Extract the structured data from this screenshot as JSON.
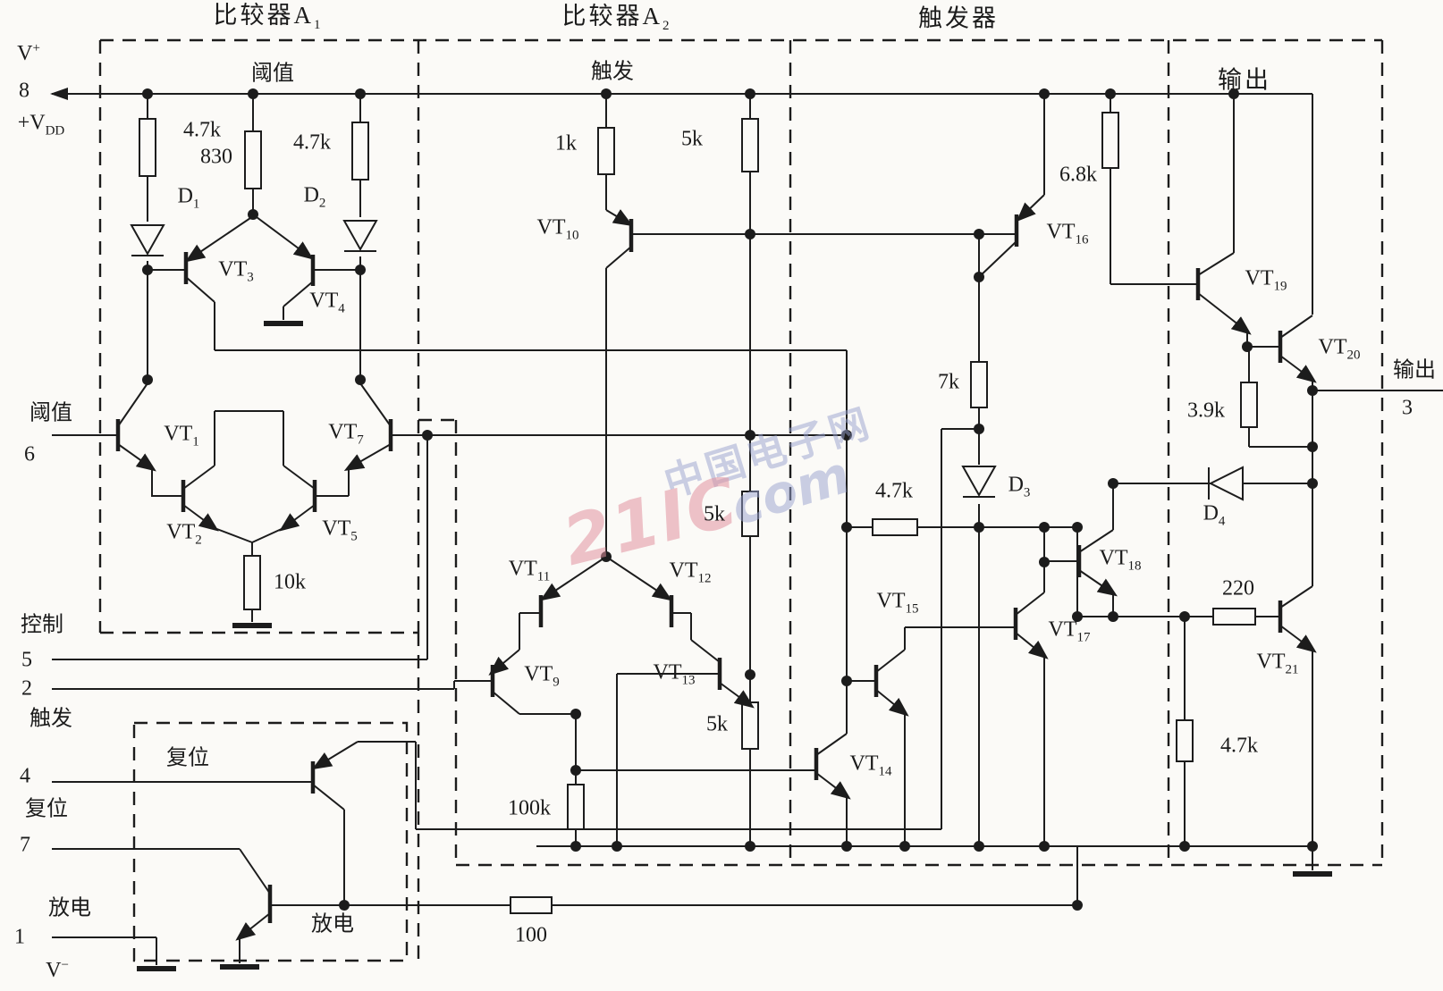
{
  "page": {
    "ink": "#1c1c1c",
    "paper": "#fbfaf7"
  },
  "watermark": {
    "pink": "#e293a0",
    "blue": "#99a2cf"
  },
  "labels": {
    "sec_a1": {
      "t": "比较器A",
      "sub": "1"
    },
    "sec_a2": {
      "t": "比较器A",
      "sub": "2"
    },
    "sec_ff": {
      "t": "触发器"
    },
    "out_box": {
      "t": "输出"
    },
    "thr_top": {
      "t": "阈值"
    },
    "trig_top": {
      "t": "触发"
    },
    "vplus": {
      "t": "V",
      "sup": "+"
    },
    "p8": {
      "t": "8"
    },
    "vdd": {
      "t": "+V",
      "sub": "DD"
    },
    "thr_left": {
      "t": "阈值"
    },
    "p6": {
      "t": "6"
    },
    "ctrl_left": {
      "t": "控制"
    },
    "p5": {
      "t": "5"
    },
    "p2": {
      "t": "2"
    },
    "trig_left": {
      "t": "触发"
    },
    "p4": {
      "t": "4"
    },
    "rst_left": {
      "t": "复位"
    },
    "p7": {
      "t": "7"
    },
    "disch_left": {
      "t": "放电"
    },
    "p1": {
      "t": "1"
    },
    "vminus": {
      "t": "V",
      "sup": "−"
    },
    "rst_box": {
      "t": "复位"
    },
    "disch_box": {
      "t": "放电"
    },
    "out_right": {
      "t": "输出"
    },
    "p3": {
      "t": "3"
    },
    "r47k_a": {
      "t": "4.7k"
    },
    "r830": {
      "t": "830"
    },
    "r47k_b": {
      "t": "4.7k"
    },
    "d1": {
      "t": "D",
      "sub": "1"
    },
    "d2": {
      "t": "D",
      "sub": "2"
    },
    "vt3": {
      "t": "VT",
      "sub": "3"
    },
    "vt4": {
      "t": "VT",
      "sub": "4"
    },
    "vt1": {
      "t": "VT",
      "sub": "1"
    },
    "vt7": {
      "t": "VT",
      "sub": "7"
    },
    "vt2": {
      "t": "VT",
      "sub": "2"
    },
    "vt5": {
      "t": "VT",
      "sub": "5"
    },
    "r10k": {
      "t": "10k"
    },
    "r1k": {
      "t": "1k"
    },
    "r5k_a": {
      "t": "5k"
    },
    "vt10": {
      "t": "VT",
      "sub": "10"
    },
    "vt11": {
      "t": "VT",
      "sub": "11"
    },
    "vt12": {
      "t": "VT",
      "sub": "12"
    },
    "vt9": {
      "t": "VT",
      "sub": "9"
    },
    "vt13": {
      "t": "VT",
      "sub": "13"
    },
    "r5k_b": {
      "t": "5k"
    },
    "r5k_c": {
      "t": "5k"
    },
    "r100k": {
      "t": "100k"
    },
    "r100": {
      "t": "100"
    },
    "vt14": {
      "t": "VT",
      "sub": "14"
    },
    "vt15": {
      "t": "VT",
      "sub": "15"
    },
    "r47k_c": {
      "t": "4.7k"
    },
    "r7k": {
      "t": "7k"
    },
    "d3": {
      "t": "D",
      "sub": "3"
    },
    "vt16": {
      "t": "VT",
      "sub": "16"
    },
    "r68k": {
      "t": "6.8k"
    },
    "vt17": {
      "t": "VT",
      "sub": "17"
    },
    "vt18": {
      "t": "VT",
      "sub": "18"
    },
    "vt19": {
      "t": "VT",
      "sub": "19"
    },
    "vt20": {
      "t": "VT",
      "sub": "20"
    },
    "r39k": {
      "t": "3.9k"
    },
    "d4": {
      "t": "D",
      "sub": "4"
    },
    "r220": {
      "t": "220"
    },
    "vt21": {
      "t": "VT",
      "sub": "21"
    },
    "r47k_d": {
      "t": "4.7k"
    },
    "wm_brand": {
      "t": "21IC"
    },
    "wm_site": {
      "t": "中国电子网"
    },
    "wm_com": {
      "t": "com"
    }
  }
}
